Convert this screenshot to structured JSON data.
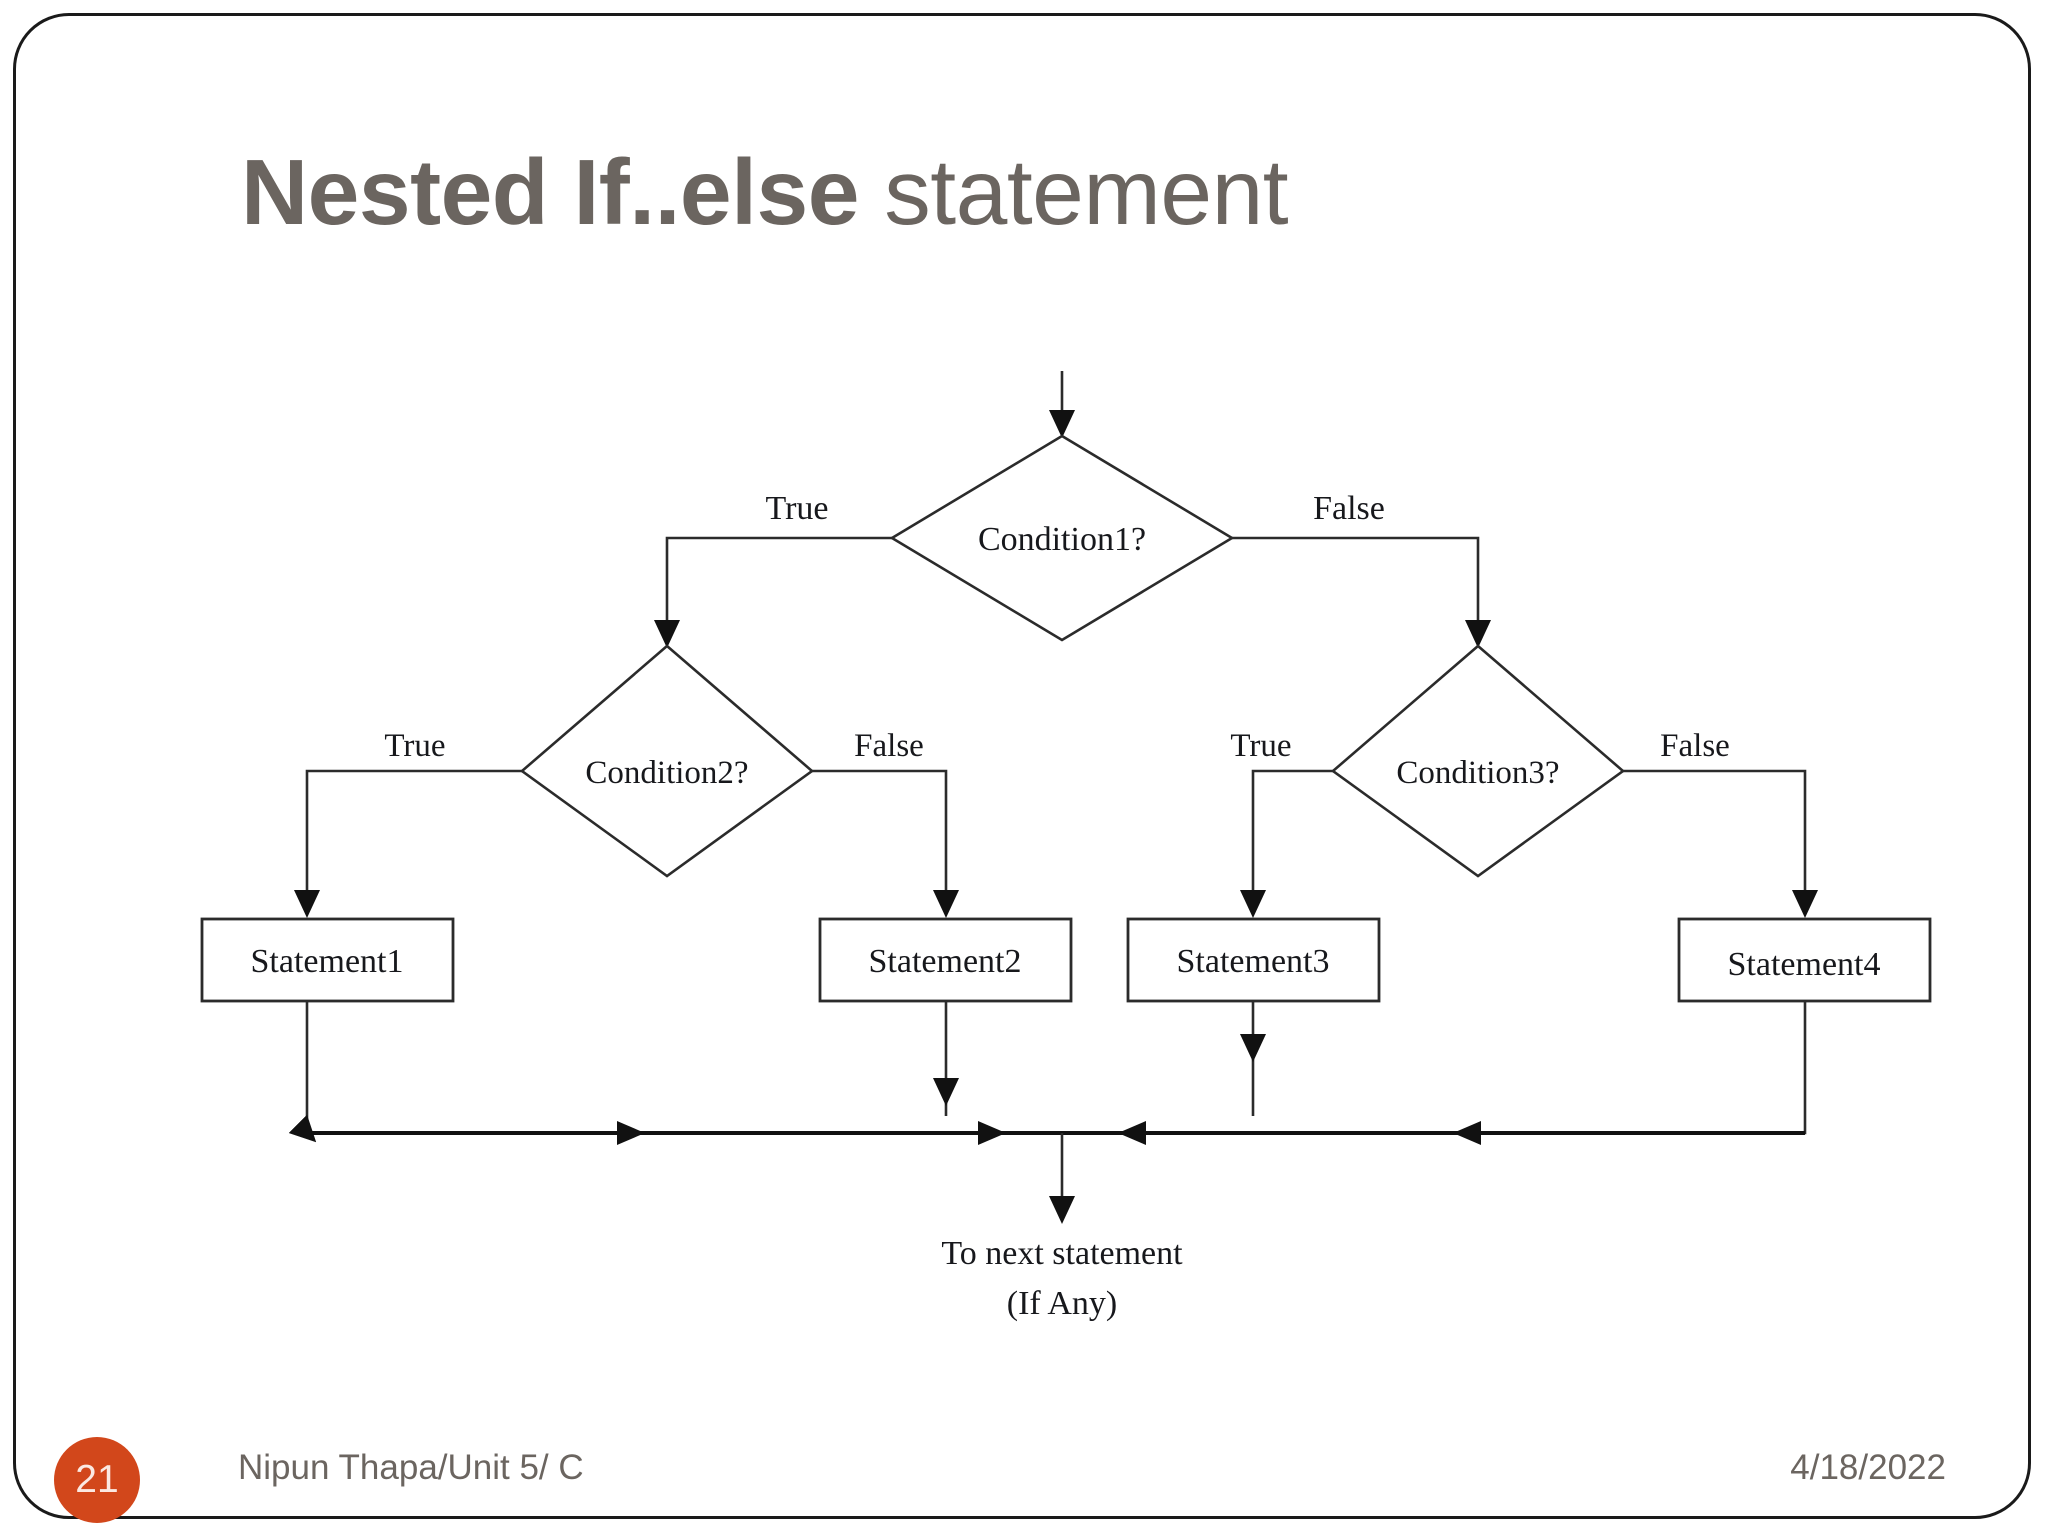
{
  "slide": {
    "title_bold": "Nested If..else",
    "title_light": " statement",
    "accent_color": "#d2471b",
    "title_color": "#6b6560",
    "border_color": "#1a1a1a"
  },
  "footer": {
    "page_number": "21",
    "author": "Nipun Thapa/Unit 5/ C",
    "date": "4/18/2022"
  },
  "flowchart": {
    "type": "flowchart",
    "entry_label": "",
    "decisions": [
      {
        "id": "c1",
        "label": "Condition1?",
        "true_label": "True",
        "false_label": "False"
      },
      {
        "id": "c2",
        "label": "Condition2?",
        "true_label": "True",
        "false_label": "False"
      },
      {
        "id": "c3",
        "label": "Condition3?",
        "true_label": "True",
        "false_label": "False"
      }
    ],
    "processes": [
      {
        "id": "s1",
        "label": "Statement1"
      },
      {
        "id": "s2",
        "label": "Statement2"
      },
      {
        "id": "s3",
        "label": "Statement3"
      },
      {
        "id": "s4",
        "label": "Statement4"
      }
    ],
    "exit_line1": "To next statement",
    "exit_line2": "(If Any)",
    "edges": [
      {
        "from": "entry",
        "to": "c1",
        "label": ""
      },
      {
        "from": "c1",
        "to": "c2",
        "label": "True"
      },
      {
        "from": "c1",
        "to": "c3",
        "label": "False"
      },
      {
        "from": "c2",
        "to": "s1",
        "label": "True"
      },
      {
        "from": "c2",
        "to": "s2",
        "label": "False"
      },
      {
        "from": "c3",
        "to": "s3",
        "label": "True"
      },
      {
        "from": "c3",
        "to": "s4",
        "label": "False"
      },
      {
        "from": "s1",
        "to": "merge",
        "label": ""
      },
      {
        "from": "s2",
        "to": "merge",
        "label": ""
      },
      {
        "from": "s3",
        "to": "merge",
        "label": ""
      },
      {
        "from": "s4",
        "to": "merge",
        "label": ""
      },
      {
        "from": "merge",
        "to": "exit",
        "label": ""
      }
    ]
  }
}
